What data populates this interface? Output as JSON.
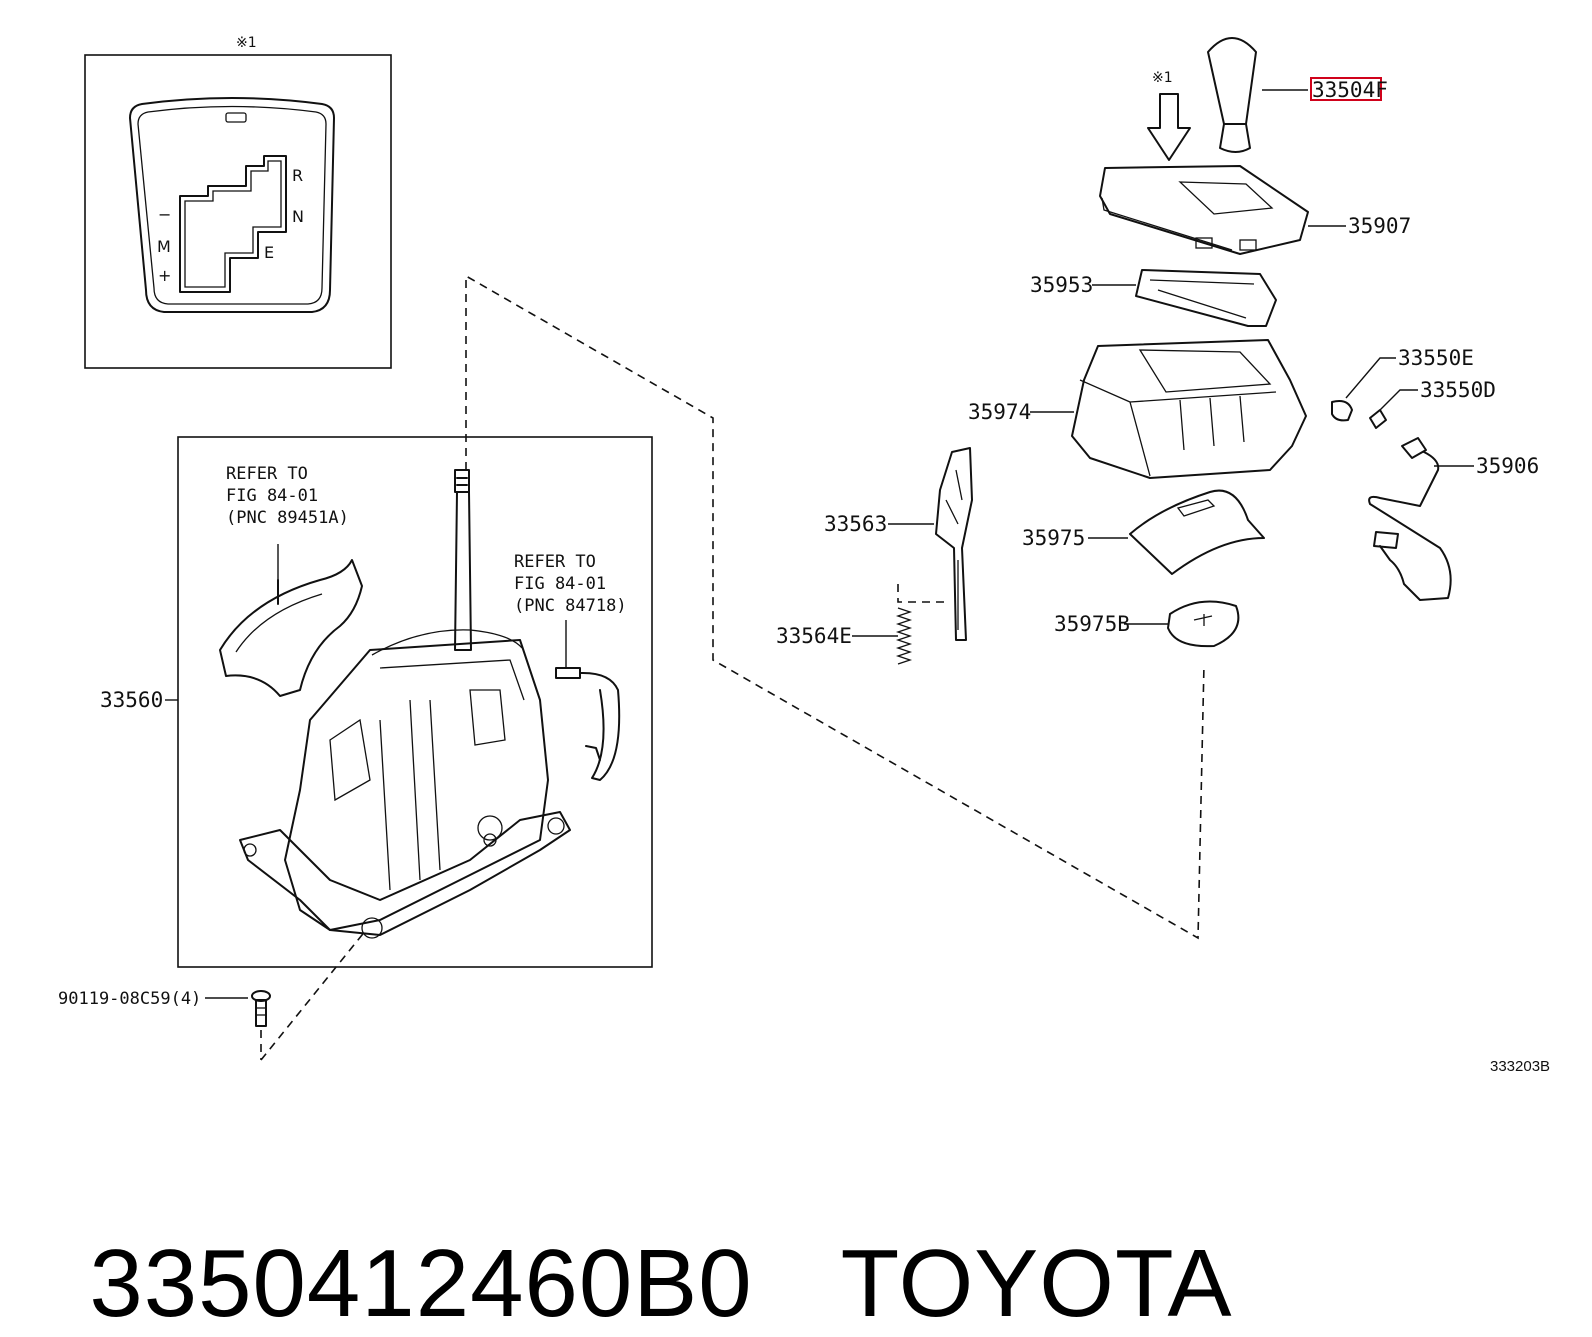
{
  "diagram": {
    "inset_mark_1": "※1",
    "inset_mark_2": "※1",
    "gate_labels": {
      "r": "R",
      "n": "N",
      "e": "E",
      "minus": "−",
      "m": "M",
      "plus": "+"
    },
    "assembly_label": "33560",
    "refer_note_1": {
      "line1": "REFER TO",
      "line2": "FIG 84-01",
      "line3": "(PNC 89451A)"
    },
    "refer_note_2": {
      "line1": "REFER TO",
      "line2": "FIG 84-01",
      "line3": "(PNC 84718)"
    },
    "bolt_label": "90119-08C59(4)",
    "highlighted_part": "33504F",
    "callouts": {
      "p35907": "35907",
      "p35953": "35953",
      "p35974": "35974",
      "p33550E": "33550E",
      "p33550D": "33550D",
      "p35906": "35906",
      "p33563": "33563",
      "p35975": "35975",
      "p33564E": "33564E",
      "p35975B": "35975B"
    },
    "figure_ref": "333203B"
  },
  "footer": {
    "part_number": "3350412460B0",
    "brand": "TOYOTA"
  },
  "colors": {
    "highlight": "#d0021b",
    "ink": "#111111",
    "background": "#ffffff"
  }
}
